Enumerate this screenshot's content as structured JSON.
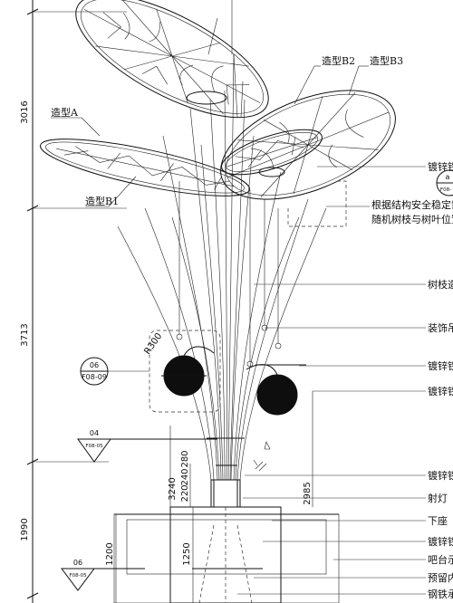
{
  "dimensions": {
    "top": "3016",
    "middle": "3713",
    "bottom": "1990",
    "trunk_height": "3240",
    "d220": "220",
    "d240": "240",
    "d280": "280",
    "d2985": "2985",
    "d1200": "1200",
    "d1250": "1250",
    "radius": "R300"
  },
  "shape_labels": {
    "a": "造型A",
    "b1": "造型B1",
    "b2": "造型B2",
    "b3": "造型B3"
  },
  "callouts": [
    "镀锌铁艺",
    "根据结构安全稳定需要,",
    "随机树枝与树叶位置增加",
    "树枝造型",
    "装饰吊灯",
    "镀锌铁艺",
    "镀锌铁艺",
    "镀锌铁艺",
    "射灯",
    "下座",
    "镀锌铁艺",
    "吧台示意",
    "预留内置",
    "钢铁承载"
  ],
  "detail_tags": [
    {
      "num": "06",
      "ref": "F08-09"
    },
    {
      "num": "04",
      "ref": "F08-05"
    },
    {
      "num": "06",
      "ref": "F08-05"
    },
    {
      "num": "a",
      "ref": "F08-"
    }
  ]
}
